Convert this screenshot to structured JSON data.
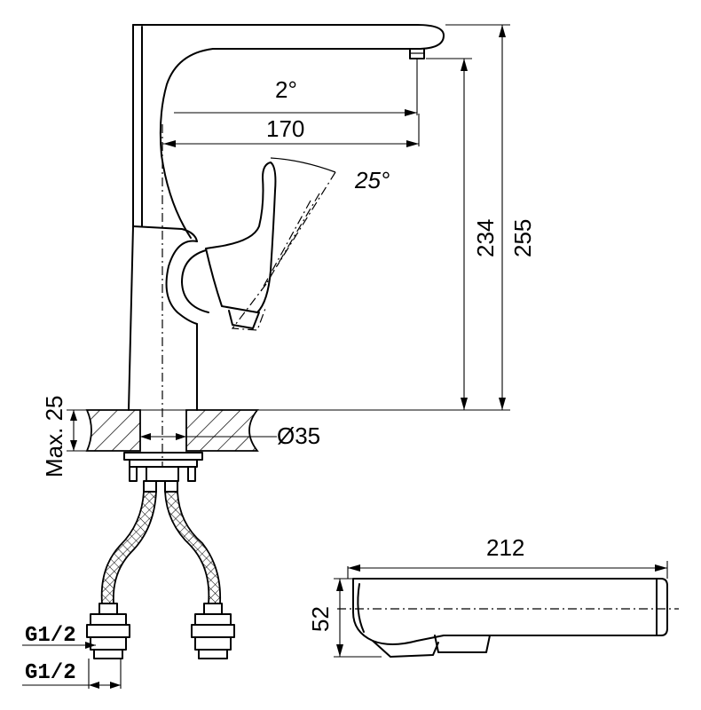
{
  "dimensions": {
    "angle_spout": "2°",
    "reach": "170",
    "angle_lever": "25°",
    "height_outlet": "234",
    "height_total": "255",
    "max_thickness": "Max. 25",
    "hole_diameter": "Ø35",
    "thread_1": "G1/2",
    "thread_2": "G1/2",
    "plan_length": "212",
    "plan_width": "52"
  }
}
